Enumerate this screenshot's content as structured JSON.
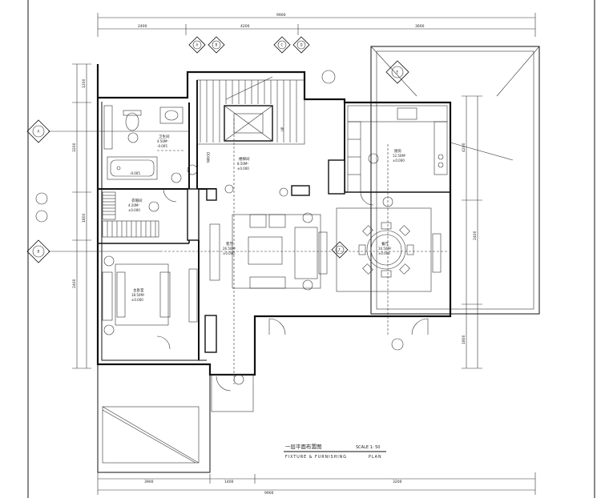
{
  "dimensions": {
    "top_total": "9900",
    "top_segments": [
      "2400",
      "4200",
      "3600"
    ],
    "bottom_total": "9900",
    "bottom_segments": [
      "3900",
      "1400",
      "3200"
    ],
    "left_segments": [
      "1200",
      "3200",
      "1800",
      "2400"
    ],
    "right_segments": [
      "4200",
      "2400",
      "1800"
    ]
  },
  "rooms": {
    "bathroom": {
      "name": "卫生间",
      "area": "4.50M²",
      "level": "-0.005"
    },
    "stair_hall": {
      "name": "楼梯间",
      "area": "8.50M²",
      "level": "±0.000"
    },
    "kitchen": {
      "name": "厨房",
      "area": "12.50M²",
      "level": "±0.000"
    },
    "cloakroom": {
      "name": "衣帽间",
      "area": "4.20M²",
      "level": "±0.000"
    },
    "living": {
      "name": "客厅",
      "area": "26.50M²",
      "level": "±0.000"
    },
    "dining": {
      "name": "餐厅",
      "area": "16.50M²",
      "level": "±0.000"
    },
    "bedroom": {
      "name": "主卧室",
      "area": "18.50M²",
      "level": "±0.000"
    },
    "elevator": {
      "label": "DOWN"
    },
    "stair_up": {
      "label": "UP"
    }
  },
  "title_block": {
    "title": "一层平面布置图",
    "scale": "SCALE 1: 50",
    "subtitle_left": "FIXTURE & FURNISHING",
    "subtitle_right": "PLAN"
  },
  "markers": {
    "elev_top": [
      "A",
      "B",
      "C",
      "D"
    ],
    "elev_left": [
      "A",
      "B"
    ],
    "elev_right": [
      "E",
      "F"
    ]
  }
}
